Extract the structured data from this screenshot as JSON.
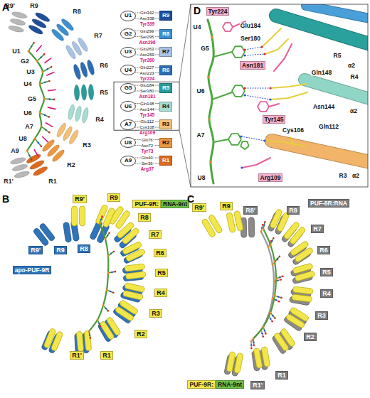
{
  "diagram": {
    "nodes": [
      {
        "text": [
          "U1"
        ]
      },
      {
        "text": [
          "R9"
        ]
      },
      {
        "text": [
          "G2"
        ]
      },
      {
        "text": [
          "R8"
        ]
      },
      {
        "text": [
          "U3"
        ]
      },
      {
        "text": [
          "R7"
        ]
      },
      {
        "text": [
          "U4"
        ]
      },
      {
        "text": [
          "R6"
        ]
      },
      {
        "text": [
          "G5"
        ]
      },
      {
        "text": [
          "R5"
        ]
      },
      {
        "text": [
          "U6"
        ]
      },
      {
        "text": [
          "R4"
        ]
      },
      {
        "text": [
          "A7"
        ]
      },
      {
        "text": [
          "R3"
        ]
      },
      {
        "text": [
          "U8"
        ]
      },
      {
        "text": [
          "R2"
        ]
      },
      {
        "text": [
          "A9"
        ]
      },
      {
        "text": [
          "R1"
        ]
      },
      {
        "text": [
          "Tyr224"
        ]
      },
      {
        "text": [
          "Asn181"
        ]
      },
      {
        "text": [
          "Tyr145"
        ]
      },
      {
        "text": [
          "Arg109"
        ]
      },
      {
        "text": [
          "PUF-9R:"
        ]
      },
      {
        "text": [
          "RNA-9nt"
        ]
      },
      {
        "text": [
          "apo-PUF-9R"
        ]
      },
      {
        "text": [
          "R9'"
        ]
      },
      {
        "text": [
          "R9"
        ]
      },
      {
        "text": [
          "R8"
        ]
      },
      {
        "text": [
          "R7"
        ]
      },
      {
        "text": [
          "R6"
        ]
      },
      {
        "text": [
          "R5"
        ]
      },
      {
        "text": [
          "R4"
        ]
      },
      {
        "text": [
          "R3"
        ]
      },
      {
        "text": [
          "R2"
        ]
      },
      {
        "text": [
          "R1"
        ]
      },
      {
        "text": [
          "R1'"
        ]
      },
      {
        "text": [
          "R9'"
        ]
      },
      {
        "text": [
          "R9"
        ]
      },
      {
        "text": [
          "R8"
        ]
      },
      {
        "text": [
          "PUF-8R:RNA"
        ]
      },
      {
        "text": [
          "R9'"
        ]
      },
      {
        "text": [
          "R9"
        ]
      },
      {
        "text": [
          "R8'"
        ]
      },
      {
        "text": [
          "R8"
        ]
      },
      {
        "text": [
          "R7"
        ]
      },
      {
        "text": [
          "R6"
        ]
      },
      {
        "text": [
          "R5"
        ]
      },
      {
        "text": [
          "R4"
        ]
      },
      {
        "text": [
          "R3"
        ]
      },
      {
        "text": [
          "R2"
        ]
      },
      {
        "text": [
          "R1"
        ]
      },
      {
        "text": [
          "R1'"
        ]
      },
      {
        "text": [
          "PUF-9R:"
        ]
      },
      {
        "text": [
          "RNA-9nt"
        ]
      }
    ],
    "edges": [
      {
        "from": 0,
        "to": 1,
        "arrow": "none",
        "label": "Gln342"
      },
      {
        "from": 0,
        "to": 1,
        "arrow": "none",
        "label": "Asn338"
      },
      {
        "from": 2,
        "to": 3,
        "arrow": "none",
        "label": "Gln299"
      },
      {
        "from": 2,
        "to": 3,
        "arrow": "none",
        "label": "Ser295"
      },
      {
        "from": 4,
        "to": 5,
        "arrow": "none",
        "label": "Gln263"
      },
      {
        "from": 4,
        "to": 5,
        "arrow": "none",
        "label": "Asn259"
      },
      {
        "from": 6,
        "to": 7,
        "arrow": "none",
        "label": "Gln227"
      },
      {
        "from": 6,
        "to": 7,
        "arrow": "none",
        "label": "Asn223"
      },
      {
        "from": 8,
        "to": 9,
        "arrow": "none",
        "label": "Glu184"
      },
      {
        "from": 8,
        "to": 9,
        "arrow": "none",
        "label": "Ser180"
      },
      {
        "from": 10,
        "to": 11,
        "arrow": "none",
        "label": "Gln148"
      },
      {
        "from": 10,
        "to": 11,
        "arrow": "none",
        "label": "Asn144"
      },
      {
        "from": 12,
        "to": 13,
        "arrow": "none",
        "label": "Gln112"
      },
      {
        "from": 12,
        "to": 13,
        "arrow": "none",
        "label": "Cys108"
      },
      {
        "from": 14,
        "to": 15,
        "arrow": "none",
        "label": "Gln76"
      },
      {
        "from": 14,
        "to": 15,
        "arrow": "none",
        "label": "Asn72"
      },
      {
        "from": 16,
        "to": 17,
        "arrow": "none",
        "label": "Gln40"
      },
      {
        "from": 16,
        "to": 17,
        "arrow": "none",
        "label": "Ser36"
      }
    ],
    "labels": [
      "A",
      "R9'",
      "R9",
      "R8",
      "R7",
      "R6",
      "R5",
      "R4",
      "R3",
      "R2",
      "R1",
      "R1'",
      "U1",
      "G2",
      "U3",
      "U4",
      "G5",
      "U6",
      "A7",
      "U8",
      "A9",
      "Tyr339",
      "Asn296",
      "Tyr260",
      "Tyr224",
      "Asn181",
      "Tyr145",
      "Arg109",
      "Tyr73",
      "Arg37",
      "D",
      "U4",
      "G5",
      "Glu184",
      "Ser180",
      "R5",
      "α2",
      "Gln148",
      "R4",
      "Asn144",
      "α2",
      "U6",
      "Gln112",
      "A7",
      "Cys106",
      "R3",
      "α2",
      "U8",
      "B",
      "C"
    ]
  }
}
